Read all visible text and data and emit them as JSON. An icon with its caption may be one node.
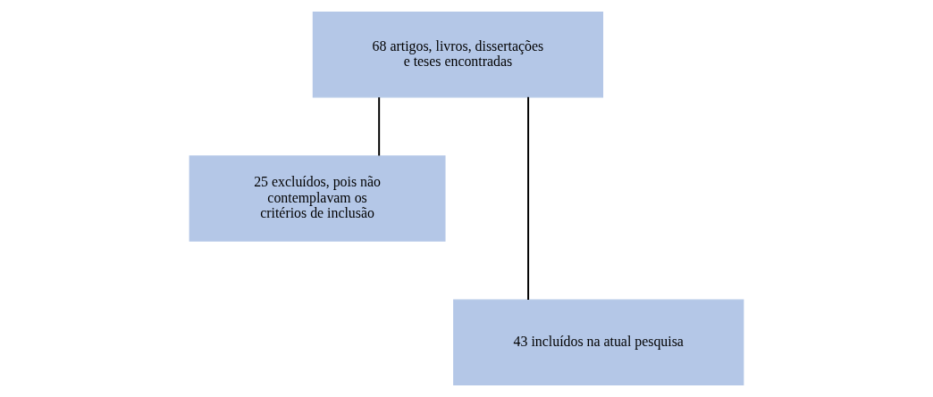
{
  "diagram": {
    "nodes": [
      {
        "text": [
          "68 artigos, livros, dissertações e teses encontradas"
        ]
      },
      {
        "text": [
          "25 excluídos, pois não contemplavam os critérios de inclusão"
        ]
      },
      {
        "text": [
          "43 incluídos na atual pesquisa"
        ]
      }
    ],
    "edges": [
      {
        "from": 0,
        "to": 1,
        "arrow": "none"
      },
      {
        "from": 0,
        "to": 2,
        "arrow": "none"
      }
    ]
  }
}
